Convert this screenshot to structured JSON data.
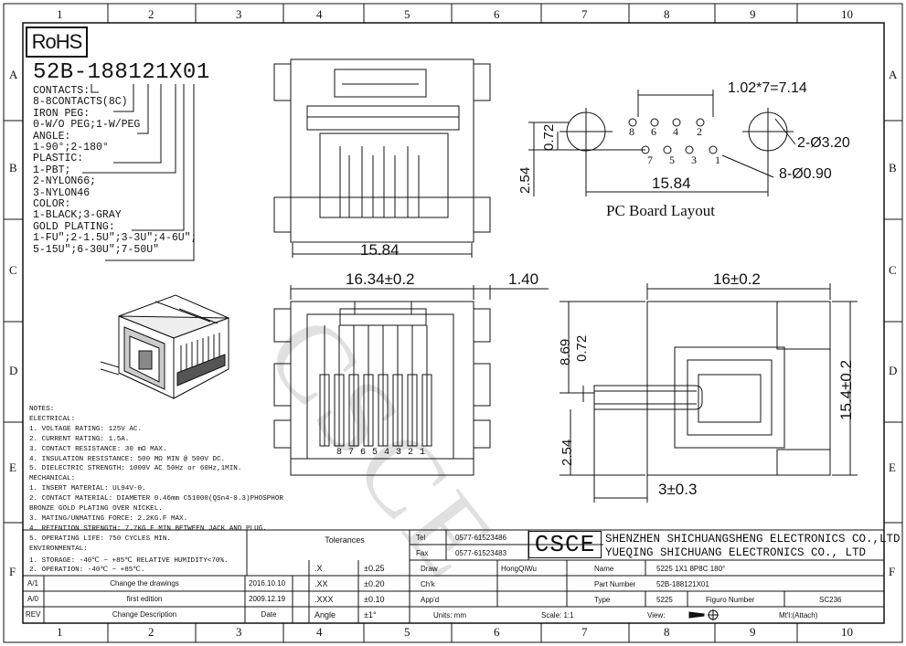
{
  "border": {
    "col_labels": [
      "1",
      "2",
      "3",
      "4",
      "5",
      "6",
      "7",
      "8",
      "9",
      "10"
    ],
    "row_labels": [
      "A",
      "B",
      "C",
      "D",
      "E",
      "F"
    ]
  },
  "rohs": "RoHS",
  "part_code": "52B-188121X01",
  "options": [
    "CONTACTS:",
    "8-8CONTACTS(8C)",
    "IRON PEG:",
    "0-W/O PEG;1-W/PEG",
    "ANGLE:",
    "1-90°;2-180°",
    "PLASTIC:",
    "1-PBT;",
    "2-NYLON66;",
    "3-NYLON46",
    "COLOR:",
    "1-BLACK;3-GRAY",
    "GOLD PLATING:",
    "1-FU\";2-1.5U\";3-3U\";4-6U\";",
    "5-15U\";6-30U\";7-50U\""
  ],
  "notes": [
    "NOTES:",
    "ELECTRICAL:",
    "1. VOLTAGE RATING: 125V AC.",
    "2. CURRENT RATING: 1.5A.",
    "3. CONTACT RESISTANCE: 30 mΩ MAX.",
    "4. INSULATION RESISTANCE: 500 MΩ MIN @ 500V DC.",
    "5. DIELECTRIC STRENGTH: 1000V AC 50Hz or 60Hz,1MIN.",
    "MECHANICAL:",
    "1. INSERT MATERIAL: UL94V-0.",
    "2. CONTACT MATERIAL: DIAMETER 0.46mm C51000(QSn4-0.3)PHOSPHOR",
    "         BRONZE GOLD PLATING OVER NICKEL.",
    "3. MATING/UNMATING FORCE: 2.2KG.F MAX.",
    "4. RETENTION STRENGTH: 7.7KG.F MIN BETWEEN JACK AND PLUG.",
    "5. OPERATING LIFE: 750 CYCLES MIN.",
    "ENVIRONMENTAL:",
    "1. STORAGE: -40℃ ~ +85℃ RELATIVE HUMIDITY<70%.",
    "2. OPERATION: -40℃ ~ +85℃."
  ],
  "dimensions": {
    "top_width": "15.84",
    "front_width": "16.34±0.2",
    "offset": "1.40",
    "pitch": "1.02*7=7.14",
    "peg_hole": "2-Ø3.20",
    "pin_hole": "8-Ø0.90",
    "pcb_width": "15.84",
    "pcb_row": "0.72",
    "pcb_peg": "2.54",
    "side_width": "16±0.2",
    "side_height": "15.4±0.2",
    "side_869": "8.69",
    "side_072": "0.72",
    "side_254": "2.54",
    "side_tail": "3±0.3"
  },
  "pin_numbers_top": [
    "8",
    "6",
    "4",
    "2"
  ],
  "pin_numbers_bottom": [
    "7",
    "5",
    "3",
    "1"
  ],
  "front_pin_labels": "8 7 6 5 4 3 2 1",
  "pc_board_layout": "PC Board Layout",
  "watermark": "CSCE",
  "title_block": {
    "tolerances": "Tolerances",
    "tol_rows": [
      {
        "k": ".X",
        "v": "±0.25"
      },
      {
        "k": ".XX",
        "v": "±0.20"
      },
      {
        "k": ".XXX",
        "v": "±0.10"
      },
      {
        "k": "Angle",
        "v": "±1°"
      }
    ],
    "tel_label": "Tel",
    "tel": "0577-61523486",
    "fax_label": "Fax",
    "fax": "0577-61523483",
    "logo": "CSCE",
    "company_1": "SHENZHEN SHICHUANGSHENG ELECTRONICS CO.,LTD",
    "company_2": "YUEQING SHICHUANG ELECTRONICS CO., LTD",
    "draw_label": "Draw",
    "draw": "HongQiWu",
    "chk_label": "Ch'k",
    "appd_label": "App'd",
    "name_label": "Name",
    "name": "5225 1X1 8P8C 180°",
    "part_number_label": "Part Number",
    "part_number": "52B-188121X01",
    "type_label": "Type",
    "type": "5225",
    "figure_label": "Figuro Number",
    "figure": "SC236",
    "units": "Units: mm",
    "scale": "Scale: 1:1",
    "view": "View:",
    "mtl": "Mt'l:(Attach)",
    "revisions": [
      {
        "rev": "A/1",
        "desc": "Change the drawings",
        "date": "2016.10.10"
      },
      {
        "rev": "A/0",
        "desc": "first edition",
        "date": "2009.12.19"
      }
    ],
    "rev_header": {
      "rev": "REV",
      "desc": "Change Description",
      "date": "Date"
    }
  }
}
